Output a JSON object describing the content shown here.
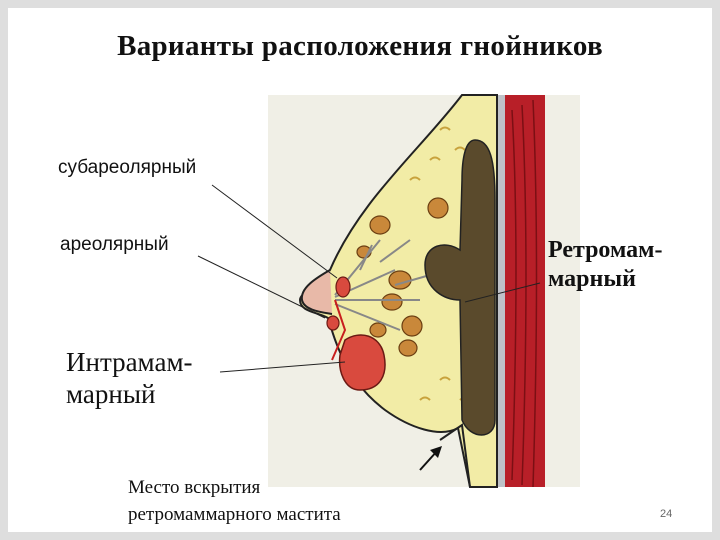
{
  "slide": {
    "title": "Варианты расположения гнойников",
    "labels": {
      "subareolar": "субареолярный",
      "areolar": "ареолярный",
      "retromammary_line1": "Ретромам-",
      "retromammary_line2": "марный",
      "intramammary_line1": "Интрамам-",
      "intramammary_line2": "марный",
      "incision_line1": "Место вскрытия",
      "incision_line2": "ретромаммарного мастита"
    },
    "page_number": "24"
  },
  "colors": {
    "tissue": "#f2eca6",
    "gland": "#c9883a",
    "muscle": "#b81f28",
    "abscess": "#d94a3e",
    "retro": "#5a4a2c"
  }
}
